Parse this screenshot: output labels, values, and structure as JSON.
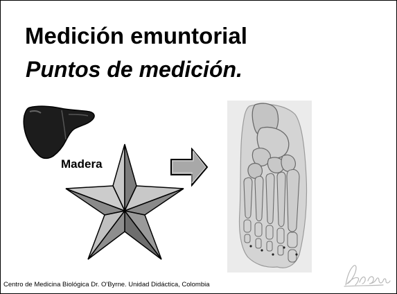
{
  "slide": {
    "title": "Medición emuntorial",
    "subtitle": "Puntos de medición.",
    "element_label": "Madera",
    "footer": "Centro de Medicina Biológica Dr. O'Byrne. Unidad Didáctica, Colombia"
  },
  "icons": {
    "liver": "liver-icon",
    "star": "five-point-star-icon",
    "arrow": "right-arrow-icon",
    "foot": "foot-bones-illustration",
    "signature": "signature-icon"
  },
  "colors": {
    "star_light": "#c4c4c4",
    "star_dark": "#7a7a7a",
    "liver": "#1c1c1c",
    "arrow_fill": "#a8a8a8"
  }
}
